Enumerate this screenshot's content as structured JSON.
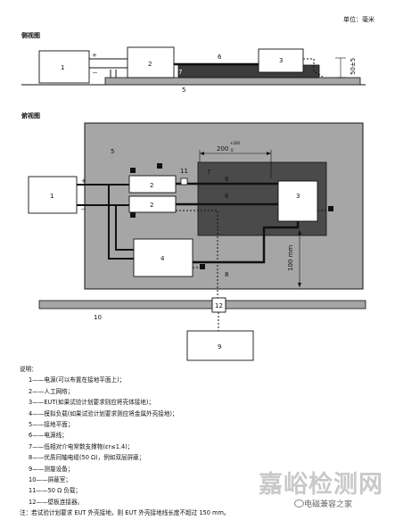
{
  "unit_label": "单位：毫米",
  "side_view": {
    "heading": "侧视图",
    "labels": [
      "1",
      "2",
      "6",
      "3",
      "7",
      "5"
    ],
    "plus": "+",
    "minus": "－",
    "dimension": "50±5"
  },
  "top_view": {
    "heading": "俯视图",
    "labels": {
      "ground_plane": "5",
      "power_supply": "1",
      "lisn_upper": "2",
      "lisn_lower": "2",
      "load_resistor": "11",
      "support": "7",
      "cable_upper": "6",
      "cable_lower": "6",
      "eut": "3",
      "load": "4",
      "coax": "8",
      "connector": "12",
      "wall": "10",
      "measurement": "9"
    },
    "plus": "+",
    "minus": "－",
    "dim_length": "200",
    "dim_length_tol_upper": "+200",
    "dim_length_tol_lower": "0",
    "dim_100": "100 mm"
  },
  "legend": {
    "title": "说明：",
    "items": [
      "1——电源(可以布置在接地平面上)；",
      "2——人工网络；",
      "3——EUT(如果试验计划要求则应将壳体接地)；",
      "4——模拟负载(如果试验计划要求则应将金属外壳接地)；",
      "5——接地平面；",
      "6——电源线；",
      "7——低相对介电常数支撑物(εr≤1.4)；",
      "8——优质同轴电缆(50 Ω)，例如双层屏蔽；",
      "9——测量设备；",
      "10——屏蔽室；",
      "11——50 Ω 负载；",
      "12——壁板连接器。"
    ],
    "note": "注：若试验计划要求 EUT 外壳接地，则 EUT 外壳接地线长度不超过 150 mm。"
  },
  "watermark": {
    "main": "嘉峪检测网",
    "sub": "电磁兼容之家"
  }
}
